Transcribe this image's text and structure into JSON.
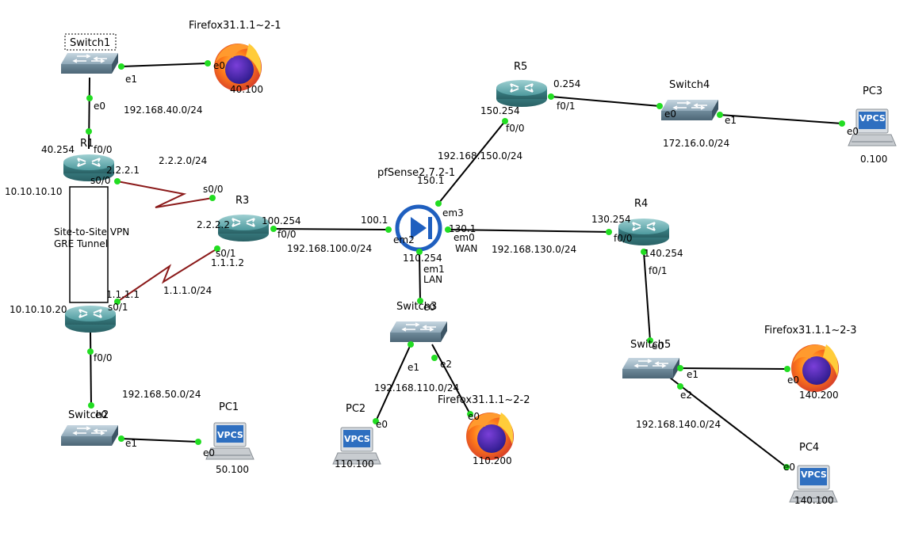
{
  "nodes": {
    "switch1": "Switch1",
    "firefox1": "Firefox31.1.1~2-1",
    "firefox1_ip": "40.100",
    "r1_ip": "40.254",
    "r1": "R1",
    "r1_f00": "f0/0",
    "r1_s00": "s0/0",
    "r1_222": "2.2.2.1",
    "r1_tun": "10.10.10.10",
    "vpn1": "Site-to-Site VPN",
    "vpn2": "GRE Tunnel",
    "r2_tun": "10.10.10.20",
    "r2_111": "1.1.1.1",
    "r2_s01": "s0/1",
    "r2_f00": "f0/0",
    "switch2": "Switch2",
    "pc1": "PC1",
    "pc1_ip": "50.100",
    "r3": "R3",
    "r3_s00": "s0/0",
    "r3_222": "2.2.2.2",
    "r3_s01": "s0/1",
    "r3_112": "1.1.1.2",
    "r3_100254": "100.254",
    "r3_f00": "f0/0",
    "pfsense": "pfSense2.7.2-1",
    "pf_1001": "100.1",
    "pf_em2": "em2",
    "pf_150": "150.1",
    "pf_em3": "em3",
    "pf_1301": "130.1",
    "pf_em0": "em0",
    "pf_wan": "WAN",
    "pf_110254": "110.254",
    "pf_em1": "em1",
    "pf_lan": "LAN",
    "r5": "R5",
    "r5_150254": "150.254",
    "r5_f00": "f0/0",
    "r5_0254": "0.254",
    "r5_f01": "f0/1",
    "switch4": "Switch4",
    "pc3": "PC3",
    "pc3_ip": "0.100",
    "r4": "R4",
    "r4_130254": "130.254",
    "r4_f00": "f0/0",
    "r4_140254": "140.254",
    "r4_f01": "f0/1",
    "switch3": "Switch3",
    "pc2": "PC2",
    "pc2_ip": "110.100",
    "firefox2": "Firefox31.1.1~2-2",
    "firefox2_ip": "110.200",
    "switch5": "Switch5",
    "firefox3": "Firefox31.1.1~2-3",
    "firefox3_ip": "140.200",
    "pc4": "PC4",
    "pc4_ip": "140.100",
    "vpcs": "VPCS"
  },
  "ports": {
    "e0": "e0",
    "e1": "e1",
    "e2": "e2"
  },
  "networks": {
    "n40": "192.168.40.0/24",
    "n222": "2.2.2.0/24",
    "n111": "1.1.1.0/24",
    "n50": "192.168.50.0/24",
    "n100": "192.168.100.0/24",
    "n150": "192.168.150.0/24",
    "n172": "172.16.0.0/24",
    "n130": "192.168.130.0/24",
    "n110": "192.168.110.0/24",
    "n140": "192.168.140.0/24"
  },
  "colors": {
    "link": "#000000",
    "serial": "#8b1a1a",
    "port_dot": "#22dd22",
    "router": "#3f8a8e",
    "switch": "#7d98a8",
    "pfsense": "#1f5fbf",
    "firefox": "#e8591a"
  }
}
